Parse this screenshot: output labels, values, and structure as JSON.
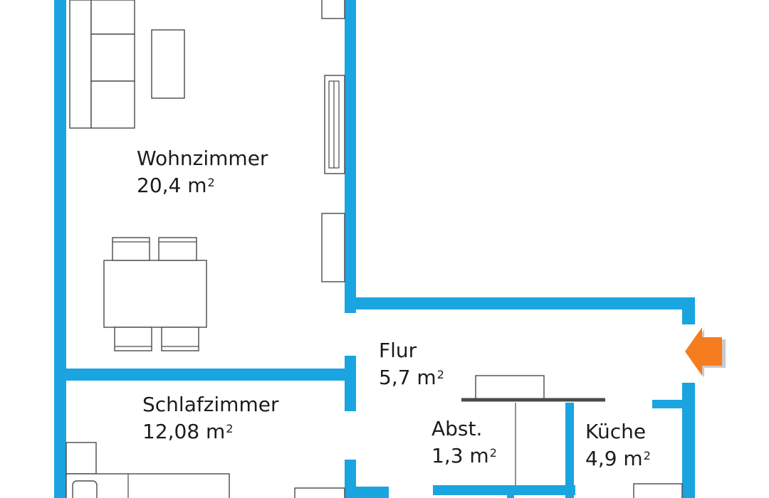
{
  "colors": {
    "wall": "#1aa4e0",
    "furniture_stroke": "#4a4a4a",
    "entry_arrow": "#f57c1f",
    "label_text": "#1c1c1c"
  },
  "rooms": {
    "wohnzimmer": {
      "name": "Wohnzimmer",
      "area": "20,4 m",
      "unit_exp": "2"
    },
    "flur": {
      "name": "Flur",
      "area": "5,7 m",
      "unit_exp": "2"
    },
    "schlafzimmer": {
      "name": "Schlafzimmer",
      "area": "12,08 m",
      "unit_exp": "2"
    },
    "abstellraum": {
      "name": "Abst.",
      "area": "1,3 m",
      "unit_exp": "2"
    },
    "kueche": {
      "name": "Küche",
      "area": "4,9 m",
      "unit_exp": "2"
    }
  },
  "icons": {
    "entry": "entry-arrow-icon"
  }
}
